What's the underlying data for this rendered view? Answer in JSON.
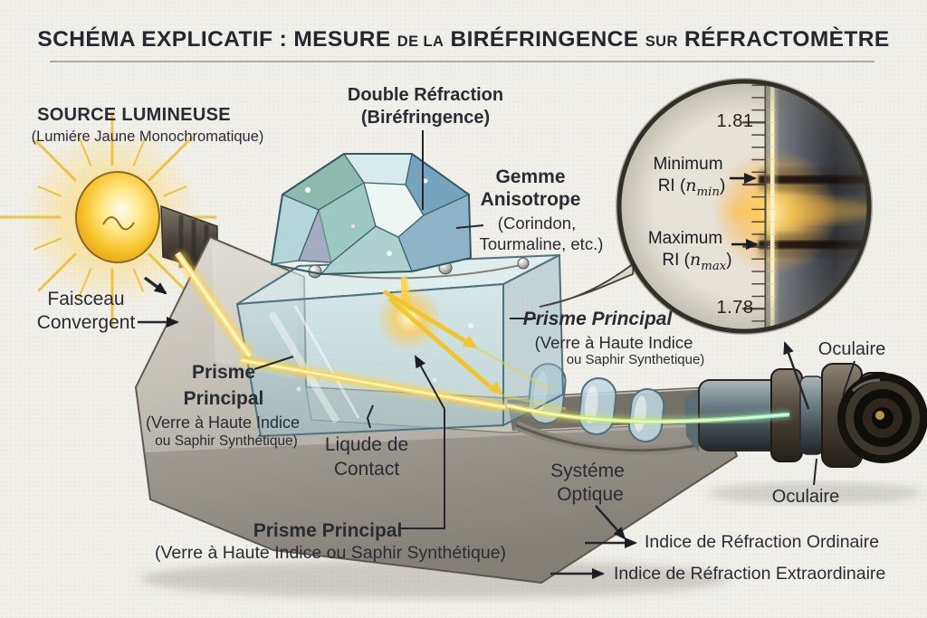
{
  "title": {
    "p1": "SCHÉMA EXPLICATIF : MESURE ",
    "p2": "DE LA",
    "p3": " BIRÉFRINGENCE ",
    "p4": "SUR",
    "p5": " RÉFRACTOMÈTRE"
  },
  "labels": {
    "source": {
      "line1": "SOURCE LUMINEUSE",
      "line2": "(Lumiére Jaune Monochromatique)"
    },
    "double_refraction": {
      "line1": "Double Réfraction",
      "line2": "(Biréfringence)"
    },
    "gem": {
      "line1": "Gemme",
      "line2": "Anisotrope",
      "line3": "(Corindon,",
      "line4": "Tourmaline, etc.)"
    },
    "faisceau": {
      "line1": "Faisceau",
      "line2": "Convergent"
    },
    "prisme_left": {
      "line1": "Prisme",
      "line2": "Principal",
      "line3": "(Verre à Haute Indice",
      "line4": "ou Saphir Synthétique)"
    },
    "liquide": {
      "line1": "Liqude de",
      "line2": "Contact"
    },
    "prisme_right": {
      "line1": "Prisme Principal",
      "line2": "(Verre à Haute Indice",
      "line3": "ou Saphir Synthetique)"
    },
    "prisme_bottom": {
      "line1": "Prisme Principal",
      "line2": "(Verre à Haute Indice ou Saphir Synthétique)"
    },
    "systeme": {
      "line1": "Systéme",
      "line2": "Optique"
    },
    "oculaire_top": "Oculaire",
    "oculaire_bottom": "Oculaire",
    "legend": {
      "ordinary": "Indice de Réfraction Ordinaire",
      "extraordinary": "Indice de Réfraction Extraordinaire"
    }
  },
  "scale_inset": {
    "top_value": "1.81",
    "bottom_value": "1.78",
    "minimum": {
      "line1": "Minimum",
      "ri_open": "RI (",
      "n": "n",
      "sub": "min",
      "ri_close": ")"
    },
    "maximum": {
      "line1": "Maximum",
      "ri_open": "RI (",
      "n": "n",
      "sub": "max",
      "ri_close": ")"
    }
  },
  "colors": {
    "paper": "#f1efe9",
    "ink": "#2b2b33",
    "beam_yellow": "#ffd64a",
    "glow_orange": "#ffb300",
    "glass_blue": "#a9ccd4",
    "metal_gray": "#4e463c",
    "inset_dark": "#2f3339"
  }
}
